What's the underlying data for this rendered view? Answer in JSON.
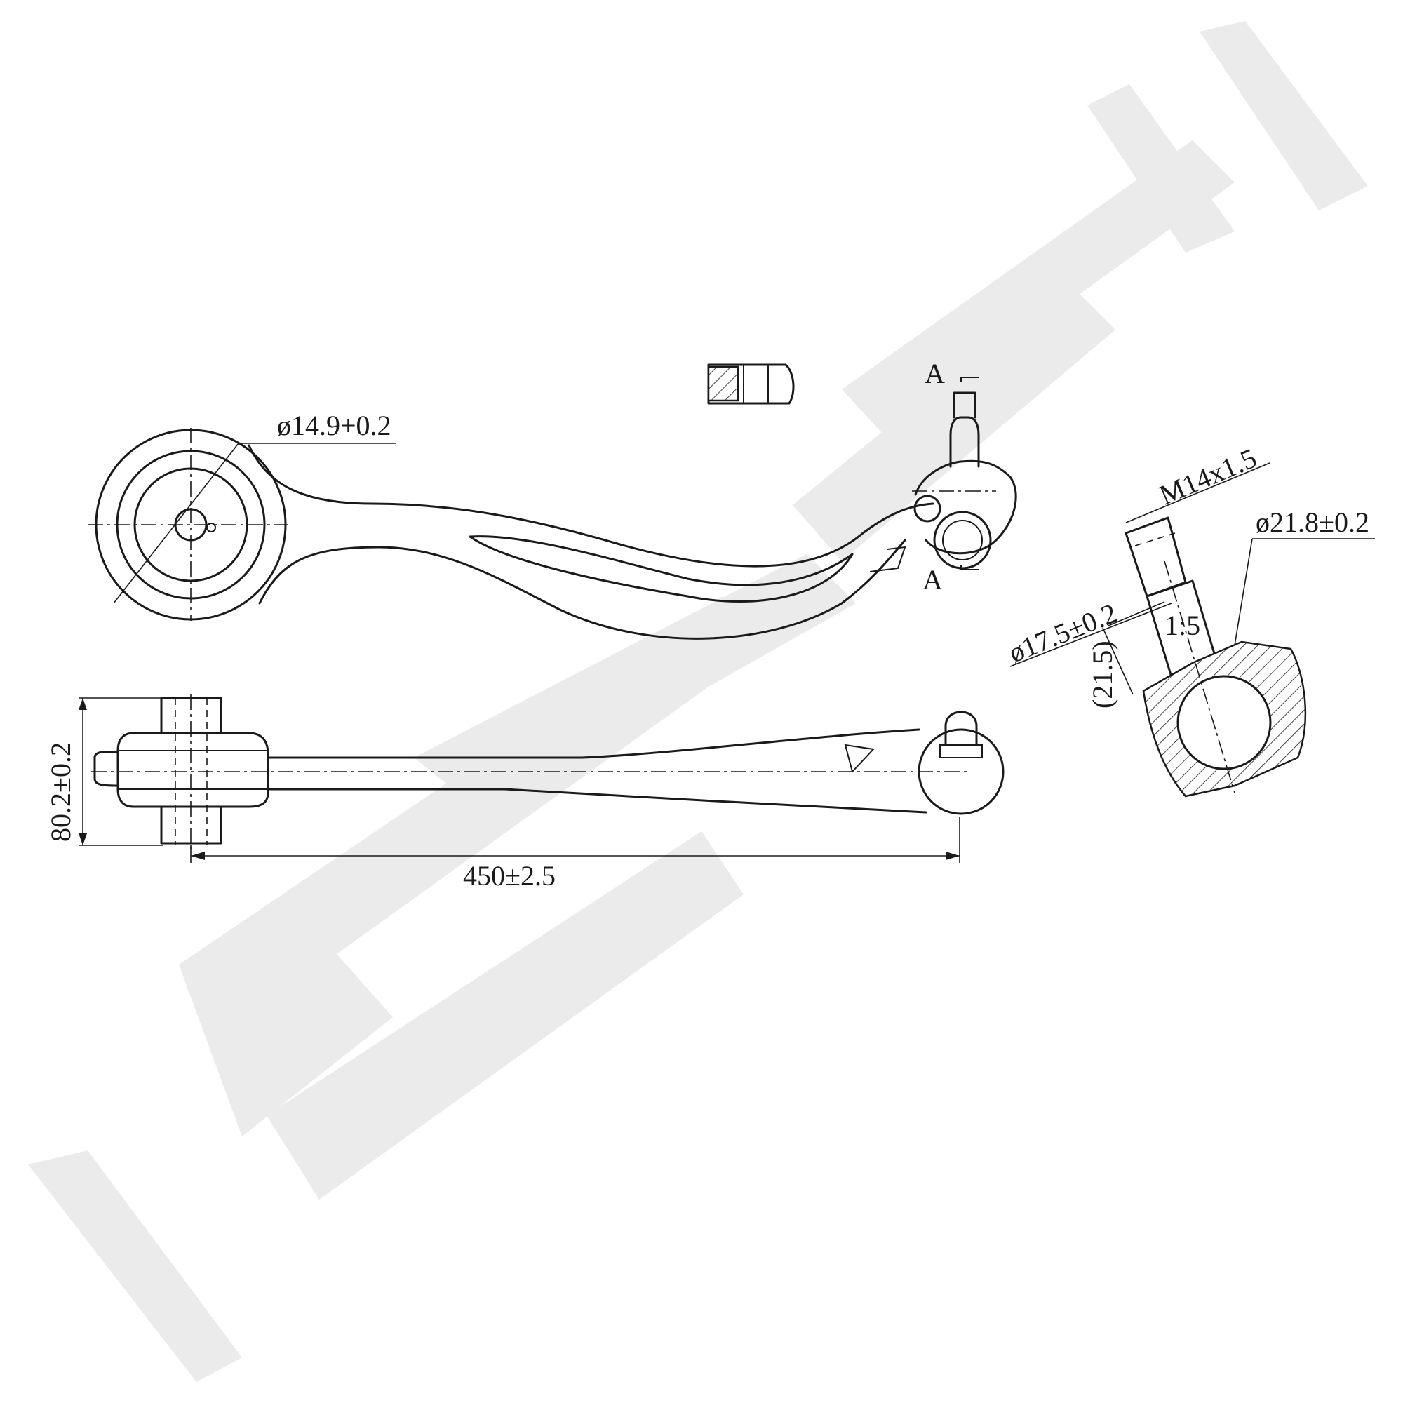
{
  "watermark": {
    "text": "ZENNEK",
    "color": "#ebebeb"
  },
  "dimensions": {
    "bushing_bore": "ø14.9+0.2",
    "section_marker_top": "A",
    "section_marker_bottom": "A",
    "thread": "M14x1.5",
    "ball_stud_dia": "ø21.8±0.2",
    "stud_neck_dia": "ø17.5±0.2",
    "taper": "1:5",
    "stud_height": "(21.5)",
    "arm_height": "80.2±0.2",
    "arm_length": "450±2.5"
  }
}
